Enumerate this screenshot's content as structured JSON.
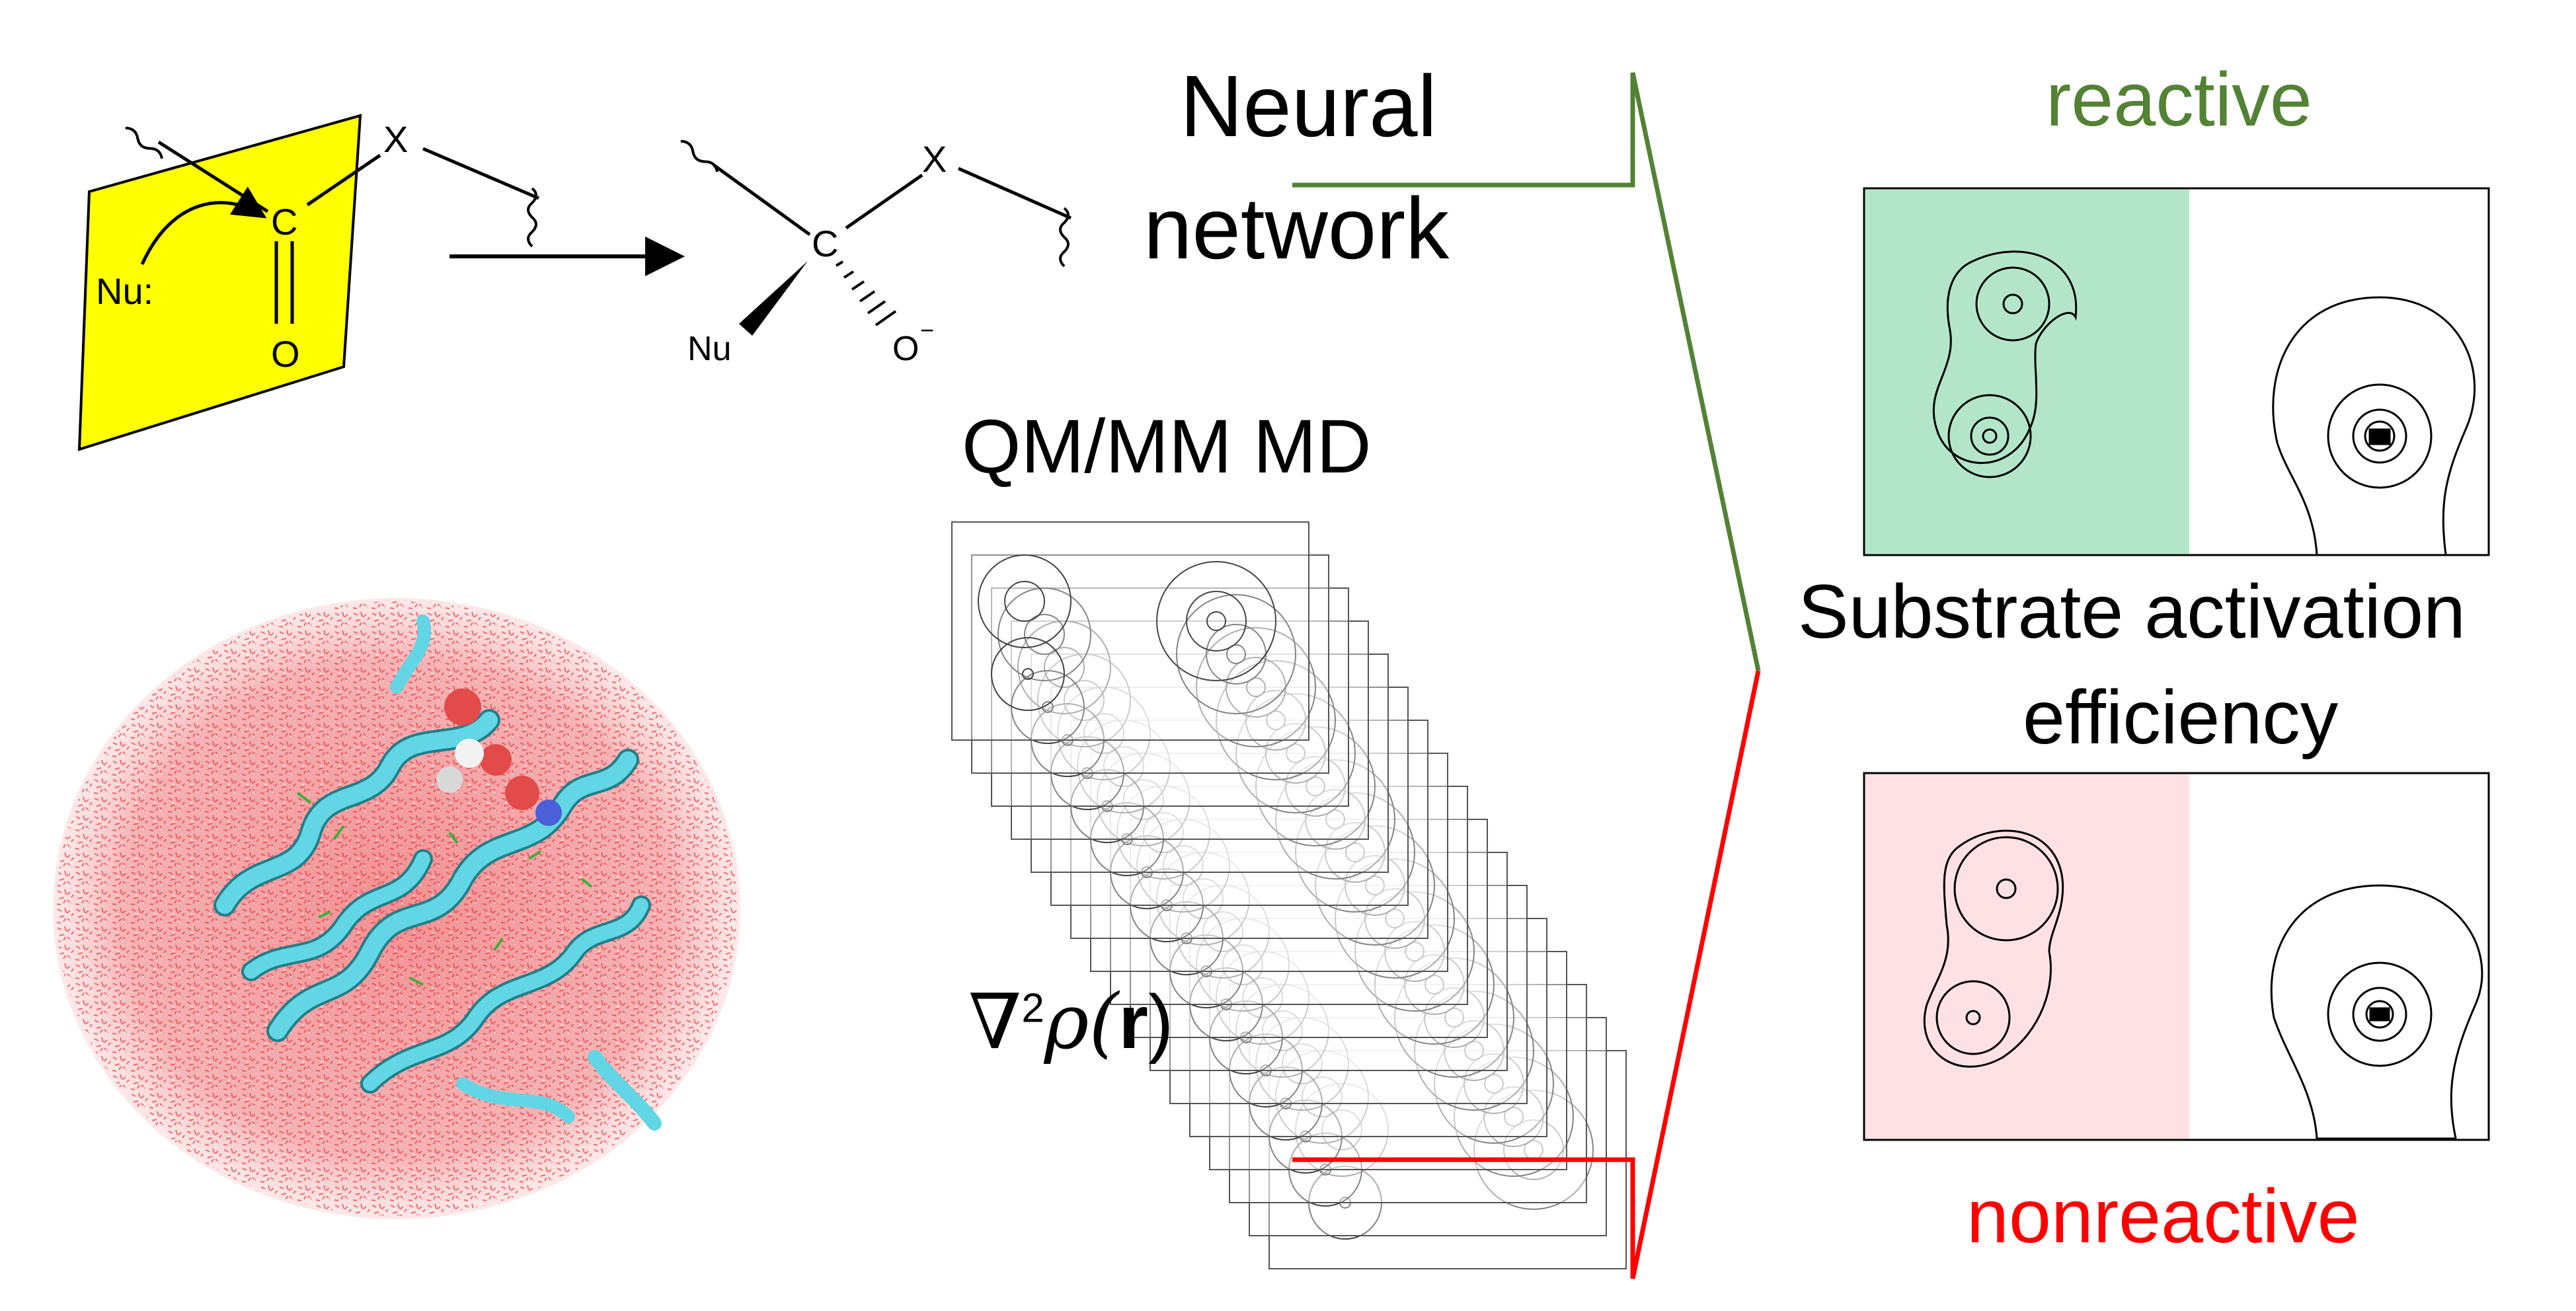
{
  "scheme": {
    "nucleophile": "Nu:",
    "carbon": "C",
    "oxygen": "O",
    "leaving": "X",
    "product_nu": "Nu",
    "product_c": "C",
    "product_x": "X",
    "product_o": "O",
    "product_o_charge": "−"
  },
  "labels": {
    "neural_line1": "Neural",
    "neural_line2": "network",
    "qmmm": "QM/MM MD",
    "laplacian_nabla": "∇",
    "laplacian_sup": "2",
    "laplacian_rho": "ρ(",
    "laplacian_r": "r",
    "laplacian_close": ")",
    "reactive": "reactive",
    "nonreactive": "nonreactive",
    "center_line1": "Substrate activation",
    "center_line2": "efficiency"
  },
  "colors": {
    "reactive": "#548235",
    "nonreactive": "#ff0000",
    "reactive_bg": "#b3e6c8",
    "nonreactive_bg": "#fde1e4",
    "plane": "#ffff00",
    "protein": "#5fd3e0",
    "water": "#e8363b"
  },
  "icons": {
    "protein": "protein-structure-icon"
  }
}
